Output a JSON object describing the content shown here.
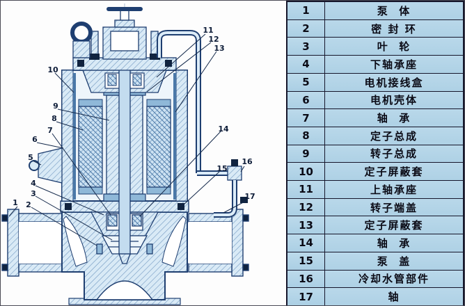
{
  "diagram": {
    "description": "vertical-canned-motor-pump-cross-section",
    "callouts": [
      "1",
      "2",
      "3",
      "4",
      "5",
      "6",
      "7",
      "8",
      "9",
      "10",
      "11",
      "12",
      "13",
      "14",
      "15",
      "16",
      "17"
    ]
  },
  "table": {
    "rows": [
      {
        "num": "1",
        "name": "泵  体"
      },
      {
        "num": "2",
        "name": "密 封 环"
      },
      {
        "num": "3",
        "name": "叶  轮"
      },
      {
        "num": "4",
        "name": "下轴承座"
      },
      {
        "num": "5",
        "name": "电机接线盒"
      },
      {
        "num": "6",
        "name": "电机壳体"
      },
      {
        "num": "7",
        "name": "轴  承"
      },
      {
        "num": "8",
        "name": "定子总成"
      },
      {
        "num": "9",
        "name": "转子总成"
      },
      {
        "num": "10",
        "name": "定子屏蔽套"
      },
      {
        "num": "11",
        "name": "上轴承座"
      },
      {
        "num": "12",
        "name": "转子端盖"
      },
      {
        "num": "13",
        "name": "定子屏蔽套"
      },
      {
        "num": "14",
        "name": "轴  承"
      },
      {
        "num": "15",
        "name": "泵  盖"
      },
      {
        "num": "16",
        "name": "冷却水管部件"
      },
      {
        "num": "17",
        "name": "轴"
      }
    ]
  },
  "colors": {
    "line": "#1e3e70",
    "hatch_fill": "#d9eaf6",
    "table_bg": "#b3d5e8",
    "table_border": "#15152a",
    "dark_detail": "#10233f"
  }
}
